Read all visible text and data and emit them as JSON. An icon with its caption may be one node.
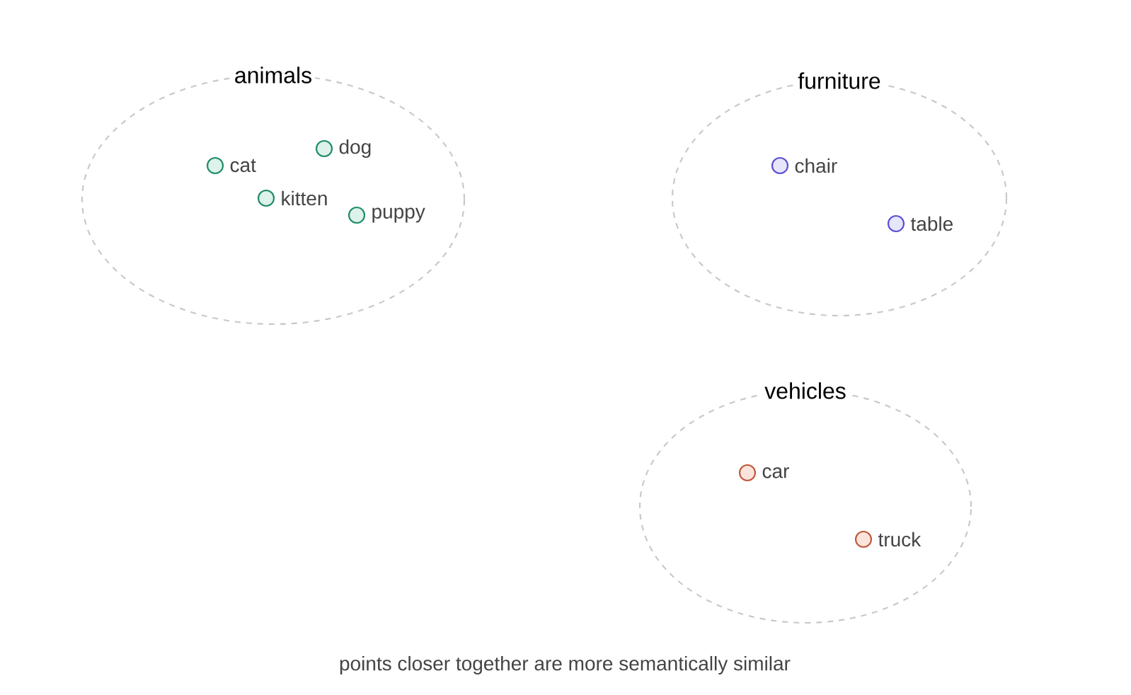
{
  "diagram": {
    "caption": "points closer together are more semantically similar",
    "nodes": [
      {
        "text": [
          "animals"
        ]
      },
      {
        "text": [
          "furniture"
        ]
      },
      {
        "text": [
          "vehicles"
        ]
      },
      {
        "text": [
          "cat"
        ],
        "in": 0
      },
      {
        "text": [
          "dog"
        ],
        "in": 0
      },
      {
        "text": [
          "kitten"
        ],
        "in": 0
      },
      {
        "text": [
          "puppy"
        ],
        "in": 0
      },
      {
        "text": [
          "chair"
        ],
        "in": 1
      },
      {
        "text": [
          "table"
        ],
        "in": 1
      },
      {
        "text": [
          "car"
        ],
        "in": 2
      },
      {
        "text": [
          "truck"
        ],
        "in": 2
      }
    ]
  }
}
